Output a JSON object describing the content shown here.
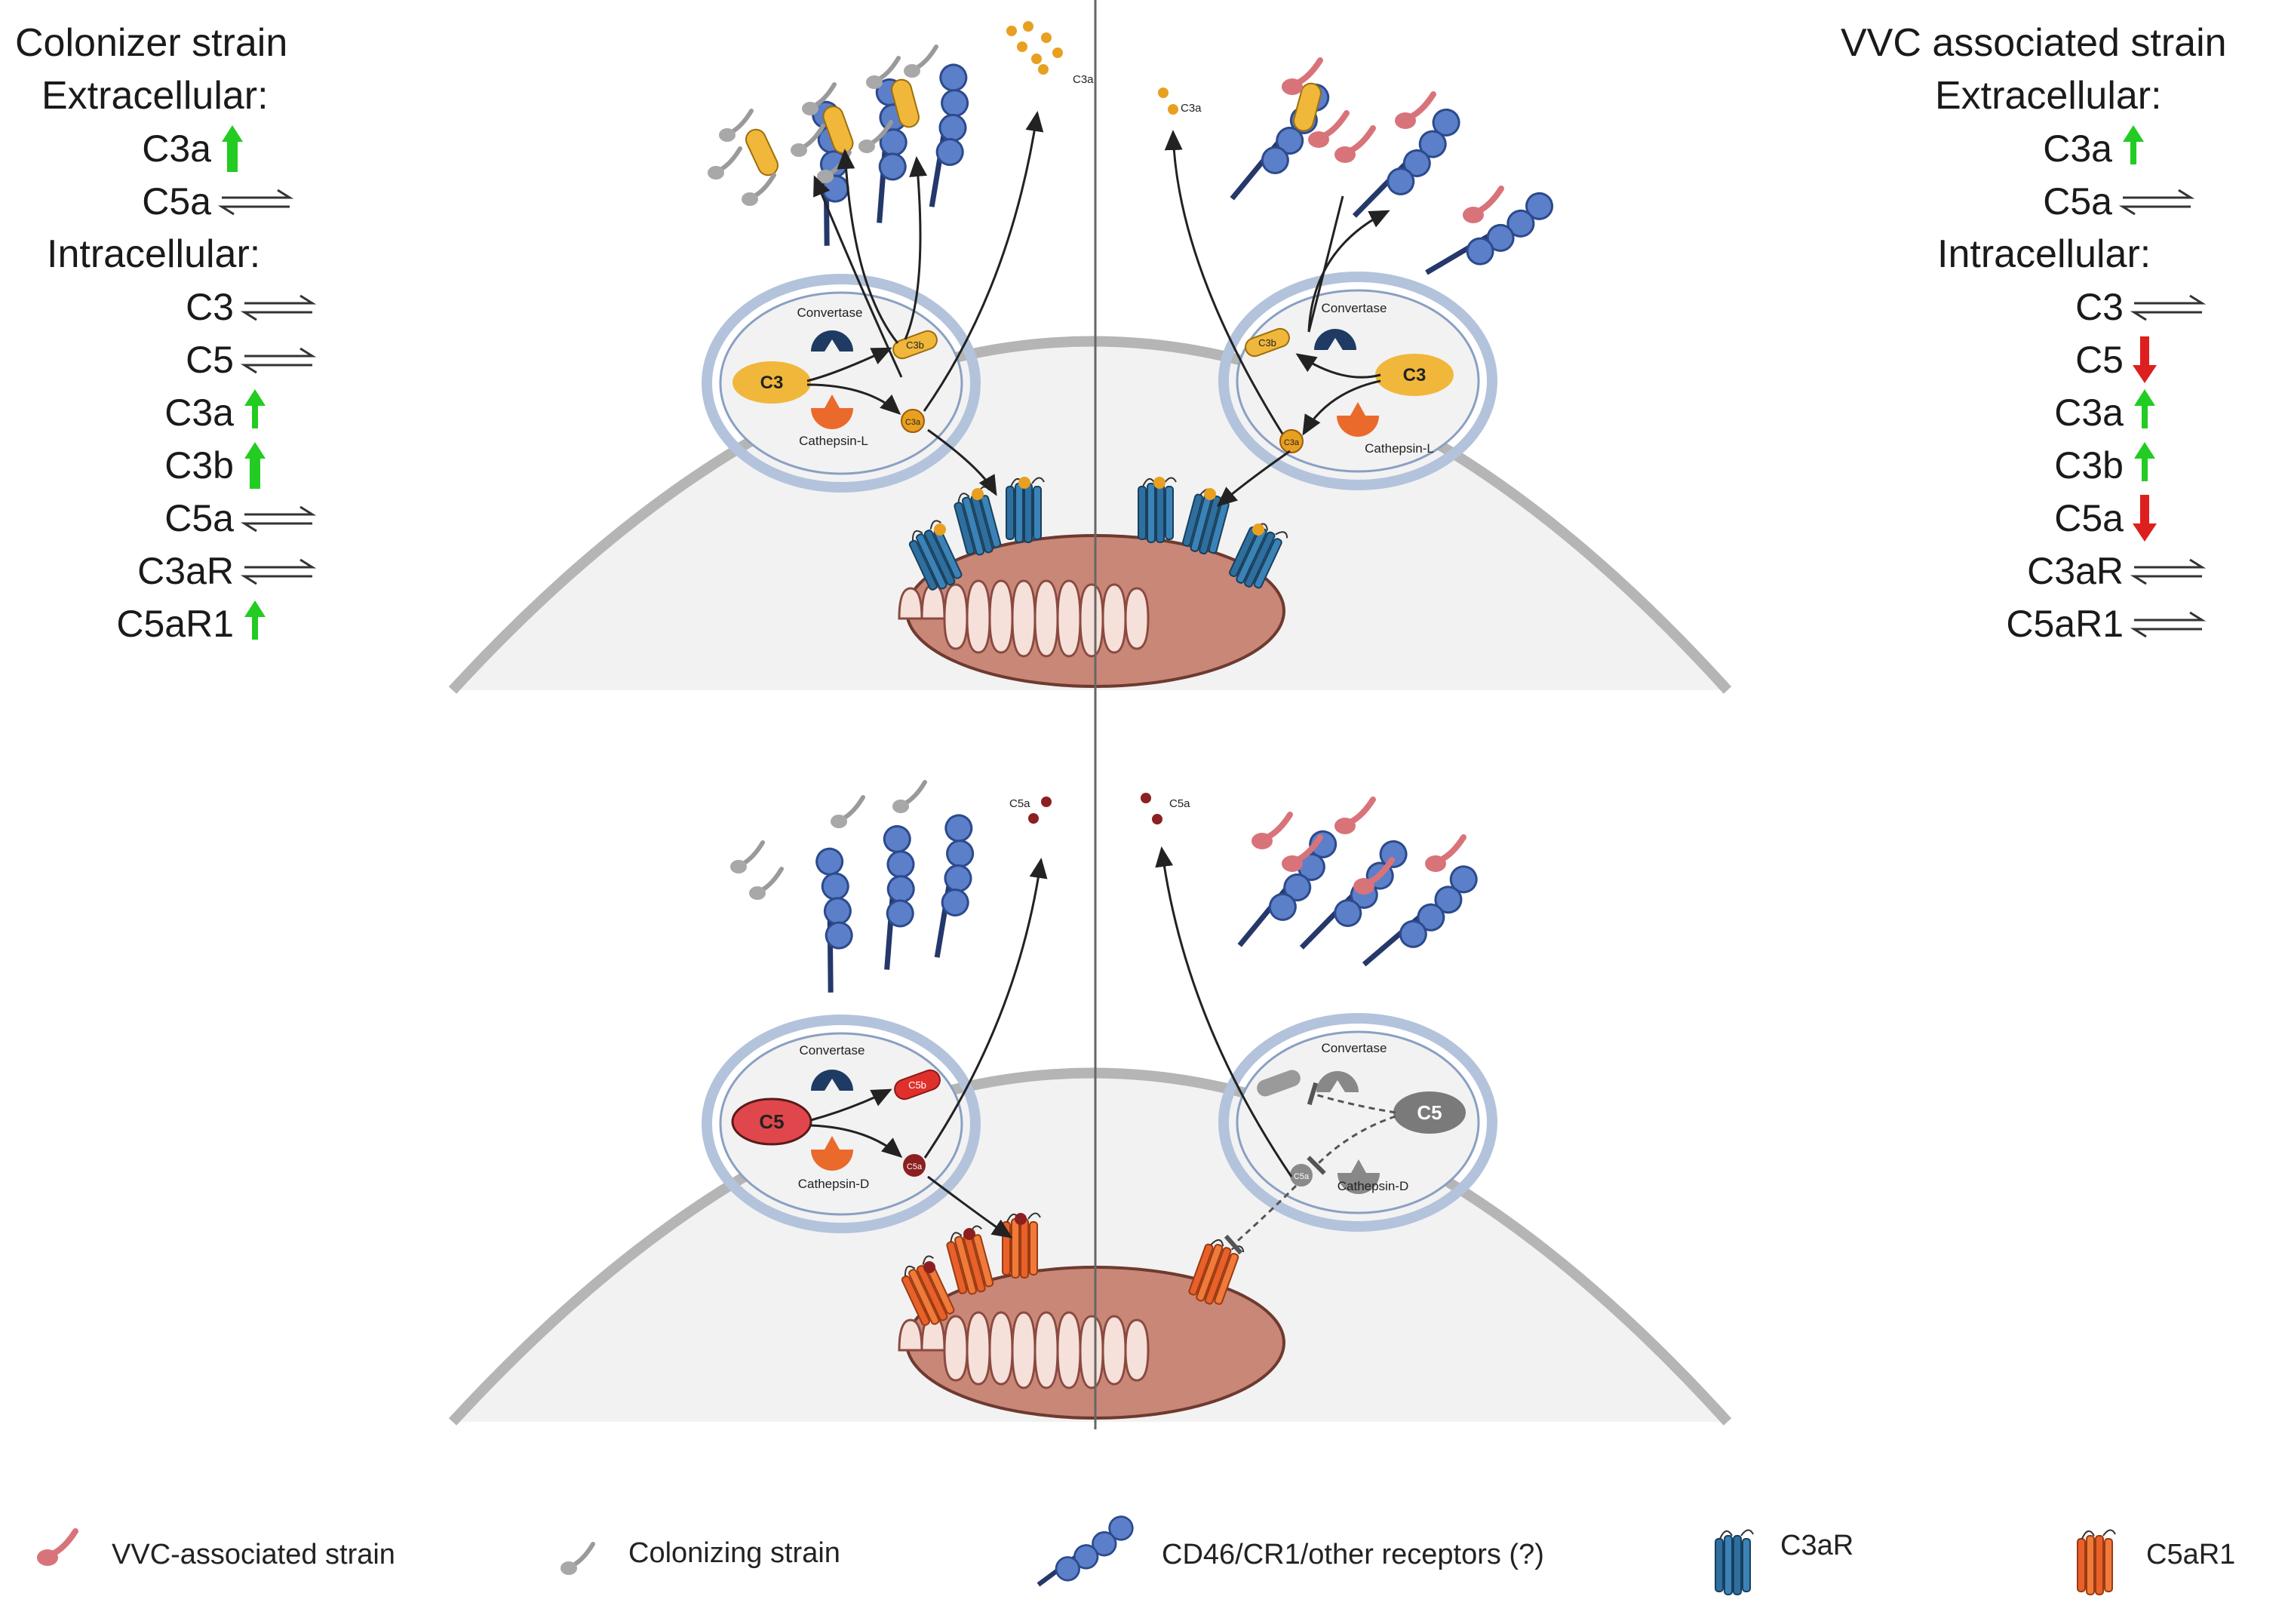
{
  "left_panel": {
    "title": "Colonizer strain",
    "extracellular_heading": "Extracellular:",
    "extracellular": [
      {
        "label": "C3a",
        "change": "up-large"
      },
      {
        "label": "C5a",
        "change": "equilibrium"
      }
    ],
    "intracellular_heading": "Intracellular:",
    "intracellular": [
      {
        "label": "C3",
        "change": "equilibrium"
      },
      {
        "label": "C5",
        "change": "equilibrium"
      },
      {
        "label": "C3a",
        "change": "up"
      },
      {
        "label": "C3b",
        "change": "up-large"
      },
      {
        "label": "C5a",
        "change": "equilibrium"
      },
      {
        "label": "C3aR",
        "change": "equilibrium"
      },
      {
        "label": "C5aR1",
        "change": "up"
      }
    ]
  },
  "right_panel": {
    "title": "VVC associated strain",
    "extracellular_heading": "Extracellular:",
    "extracellular": [
      {
        "label": "C3a",
        "change": "up"
      },
      {
        "label": "C5a",
        "change": "equilibrium"
      }
    ],
    "intracellular_heading": "Intracellular:",
    "intracellular": [
      {
        "label": "C3",
        "change": "equilibrium"
      },
      {
        "label": "C5",
        "change": "down"
      },
      {
        "label": "C3a",
        "change": "up"
      },
      {
        "label": "C3b",
        "change": "up"
      },
      {
        "label": "C5a",
        "change": "down"
      },
      {
        "label": "C3aR",
        "change": "equilibrium"
      },
      {
        "label": "C5aR1",
        "change": "equilibrium"
      }
    ]
  },
  "diagram": {
    "top": {
      "left_lysosome": {
        "enzyme_top": "Convertase",
        "enzyme_bottom": "Cathepsin-L",
        "substrate": "C3",
        "product_b": "C3b",
        "product_a": "C3a"
      },
      "right_lysosome": {
        "enzyme_top": "Convertase",
        "enzyme_bottom": "Cathepsin-L",
        "substrate": "C3",
        "product_b": "C3b",
        "product_a": "C3a"
      },
      "released_left": "C3a",
      "released_right": "C3a",
      "receptor_bound_fragment": "C3b"
    },
    "bottom": {
      "left_lysosome": {
        "enzyme_top": "Convertase",
        "enzyme_bottom": "Cathepsin-D",
        "substrate": "C5",
        "product_b": "C5b",
        "product_a": "C5a"
      },
      "right_lysosome": {
        "enzyme_top": "Convertase",
        "enzyme_bottom": "Cathepsin-D",
        "substrate": "C5",
        "product_a": "C5a"
      },
      "released_left": "C5a",
      "released_right": "C5a"
    }
  },
  "legend": {
    "vvc": "VVC-associated strain",
    "colonizing": "Colonizing strain",
    "receptors": "CD46/CR1/other receptors (?)",
    "c3ar": "C3aR",
    "c5ar1": "C5aR1"
  },
  "colors": {
    "cell_fill": "#f2f2f2",
    "cell_border": "#b5b5b5",
    "lysosome_border": "#b3c3dc",
    "c3_yellow": "#f0b73a",
    "c5_red": "#e0474c",
    "convertase_blue": "#1f3b63",
    "cathepsin_orange": "#ea6a2c",
    "receptor_blue": "#5b7fc8",
    "c3ar_blue": "#2f6f9f",
    "c5ar1_orange": "#e8602a",
    "mito_fill": "#c98778",
    "vvc_pink": "#d8737a",
    "colonizer_gray": "#9a9a9a",
    "up_green": "#22cc22",
    "down_red": "#dd1f1f"
  }
}
